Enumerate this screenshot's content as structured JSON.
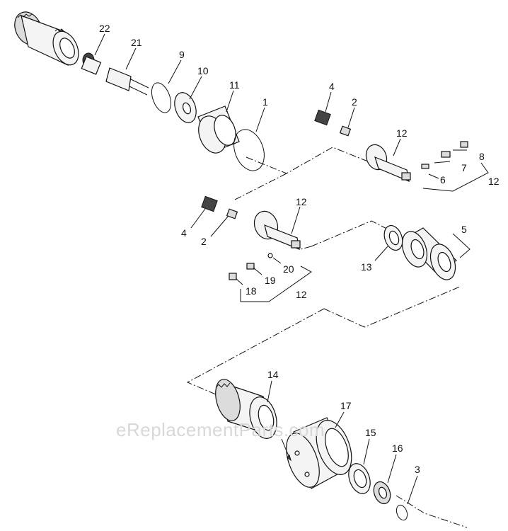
{
  "watermark": "eReplacementParts.com",
  "callouts": {
    "c22": "22",
    "c21": "21",
    "c9": "9",
    "c10": "10",
    "c11": "11",
    "c1": "1",
    "c4a": "4",
    "c2a": "2",
    "c12a": "12",
    "c8": "8",
    "c7": "7",
    "c6": "6",
    "c12b": "12",
    "c4b": "4",
    "c2b": "2",
    "c12c": "12",
    "c20": "20",
    "c19": "19",
    "c18": "18",
    "c12d": "12",
    "c5": "5",
    "c13": "13",
    "c14": "14",
    "c17": "17",
    "c15": "15",
    "c16": "16",
    "c3": "3"
  }
}
